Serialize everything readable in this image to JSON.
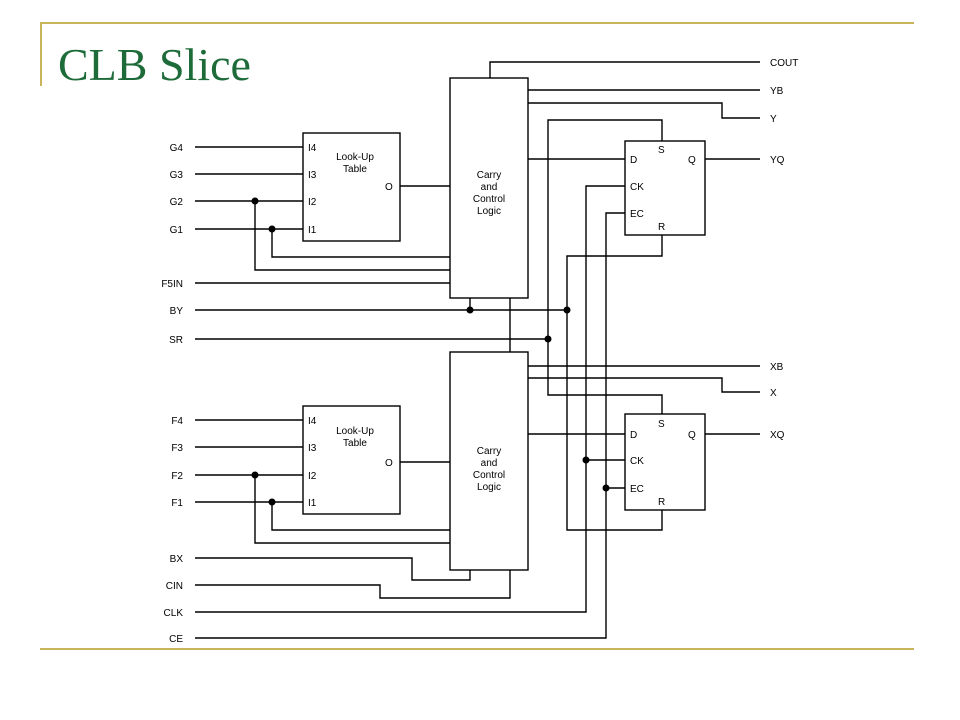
{
  "slide": {
    "title": "CLB Slice"
  },
  "diagram": {
    "inputs_top": [
      "G4",
      "G3",
      "G2",
      "G1"
    ],
    "inputs_mid": [
      "F5IN",
      "BY",
      "SR"
    ],
    "inputs_bottom": [
      "F4",
      "F3",
      "F2",
      "F1"
    ],
    "inputs_tail": [
      "BX",
      "CIN",
      "CLK",
      "CE"
    ],
    "lut_pins": [
      "I4",
      "I3",
      "I2",
      "I1"
    ],
    "lut_out": "O",
    "lut_label": [
      "Look-Up",
      "Table"
    ],
    "carry_label": [
      "Carry",
      "and",
      "Control",
      "Logic"
    ],
    "ff_pins": {
      "d": "D",
      "s": "S",
      "q": "Q",
      "ck": "CK",
      "ec": "EC",
      "r": "R"
    },
    "outputs_top": [
      "COUT",
      "YB",
      "Y",
      "YQ"
    ],
    "outputs_bottom": [
      "XB",
      "X",
      "XQ"
    ]
  }
}
